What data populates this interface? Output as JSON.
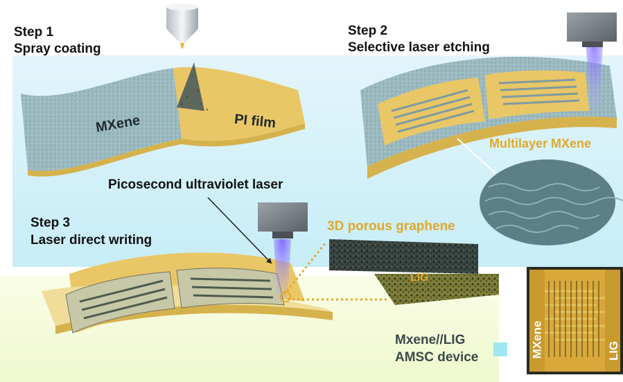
{
  "step1": {
    "number": "Step 1",
    "title": "Spray coating"
  },
  "step2": {
    "number": "Step 2",
    "title": "Selective laser etching"
  },
  "step3": {
    "number": "Step 3",
    "title": "Laser direct writing"
  },
  "labels": {
    "mxene_film": "MXene",
    "pi_film": "PI film",
    "picosecond_laser": "Picosecond ultraviolet laser",
    "multilayer_mxene": "Multilayer MXene",
    "porous_graphene": "3D porous graphene",
    "lig_tag": "LIG",
    "device_line1": "Mxene//LIG",
    "device_line2": "AMSC device",
    "photo_left_label": "MXene",
    "photo_right_label": "LIG"
  },
  "colors": {
    "mxene": "#8fb1b8",
    "pi_film": "#e9c766",
    "accent_orange": "#e0a92a",
    "laser_beam": "#8a6cff",
    "graphene": "#3b4440"
  }
}
